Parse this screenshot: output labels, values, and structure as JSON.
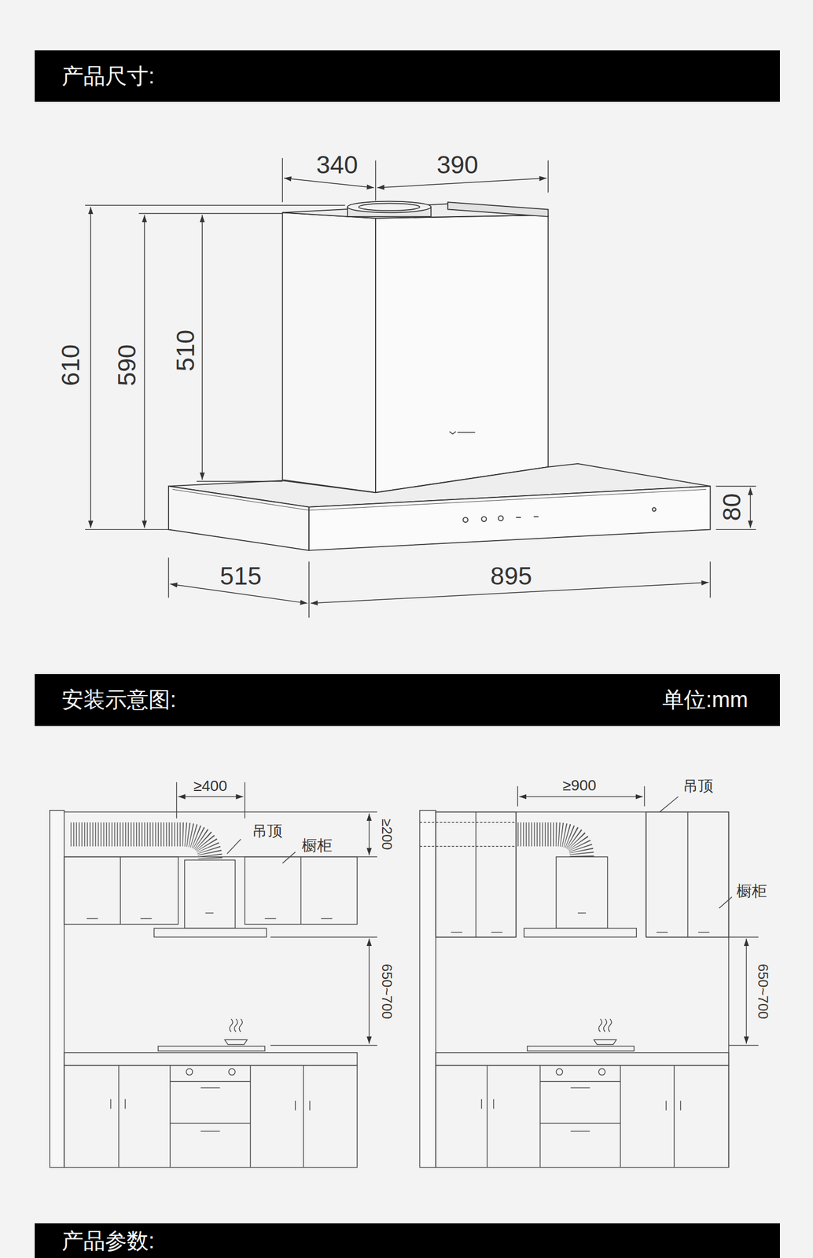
{
  "diagram": {
    "nodes": [
      {
        "text": [
          "产品尺寸:"
        ]
      },
      {
        "text": [
          "安装示意图:",
          "单位:mm"
        ]
      },
      {
        "text": [
          "产品参数:"
        ]
      }
    ],
    "labels": [
      "340",
      "390",
      "610",
      "590",
      "510",
      "80",
      "515",
      "895",
      "≥400",
      "吊顶",
      "橱柜",
      "≥200",
      "650~700",
      "≥900",
      "吊顶",
      "橱柜",
      "650~700"
    ]
  }
}
